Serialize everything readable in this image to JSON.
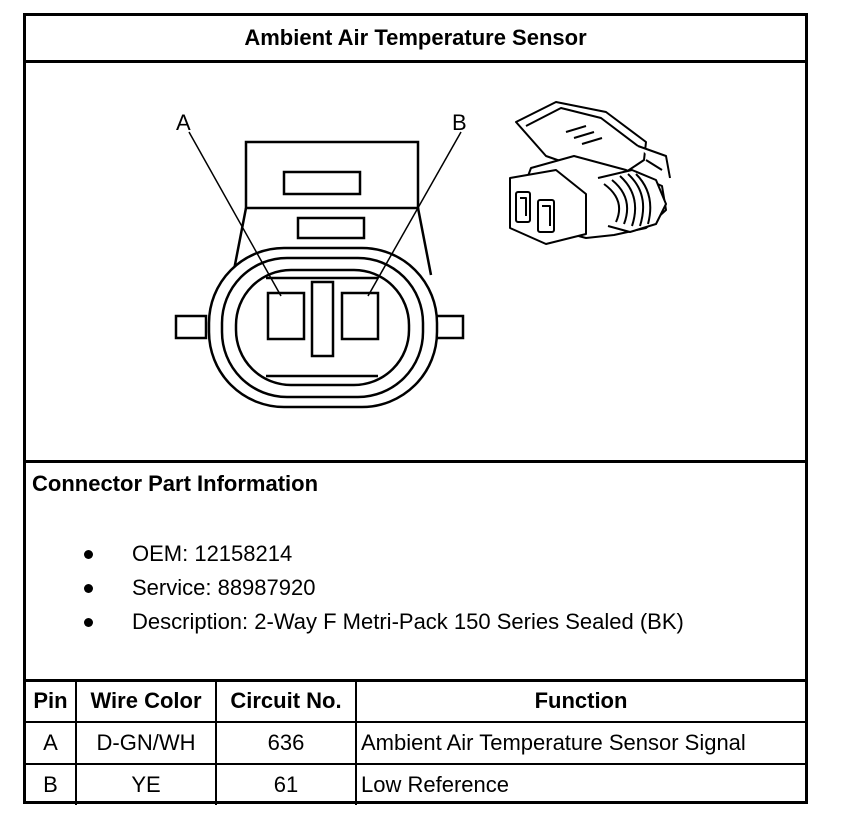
{
  "title": "Ambient Air Temperature Sensor",
  "diagram": {
    "pin_labels": [
      "A",
      "B"
    ],
    "icons": [
      "connector-face-view-icon",
      "connector-3d-view-icon"
    ]
  },
  "connector_info": {
    "heading": "Connector Part Information",
    "items": [
      "OEM: 12158214",
      "Service: 88987920",
      "Description: 2-Way F Metri-Pack 150 Series Sealed (BK)"
    ]
  },
  "table": {
    "headers": [
      "Pin",
      "Wire Color",
      "Circuit No.",
      "Function"
    ],
    "rows": [
      [
        "A",
        "D-GN/WH",
        "636",
        "Ambient Air Temperature Sensor Signal"
      ],
      [
        "B",
        "YE",
        "61",
        "Low Reference"
      ]
    ]
  }
}
